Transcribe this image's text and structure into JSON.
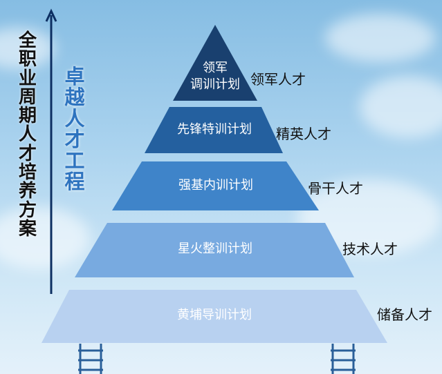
{
  "left_title": "全职业周期人才培养方案",
  "sub_title": "卓越人才工程",
  "tiers": [
    {
      "plan": [
        "领军",
        "调训计划"
      ],
      "label": "领军人才",
      "color": "#19406f"
    },
    {
      "plan": [
        "先锋特训计划"
      ],
      "label": "精英人才",
      "color": "#24609f"
    },
    {
      "plan": [
        "强基内训计划"
      ],
      "label": "骨干人才",
      "color": "#3f84c9"
    },
    {
      "plan": [
        "星火整训计划"
      ],
      "label": "技术人才",
      "color": "#78aae0"
    },
    {
      "plan": [
        "黄埔导训计划"
      ],
      "label": "储备人才",
      "color": "#b8d1f0"
    }
  ]
}
